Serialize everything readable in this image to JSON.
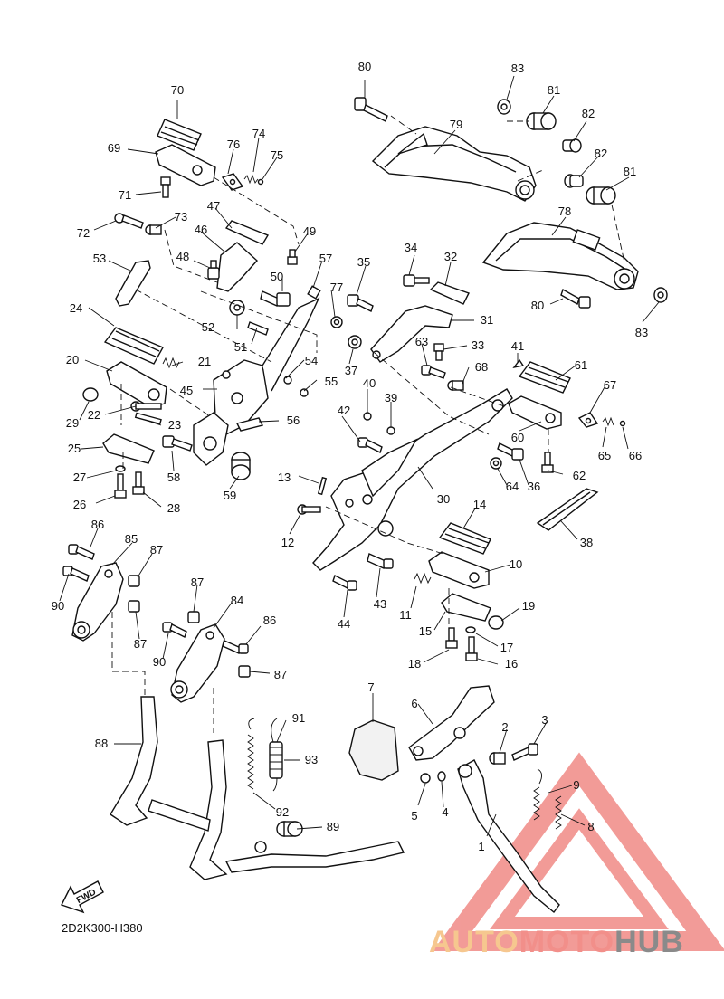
{
  "diagram_code": "2D2K300-H380",
  "fwd_label": "FWD",
  "watermark": {
    "brand_part1": "AUTO",
    "brand_part2": "MOTO",
    "brand_part3": "HUB",
    "color_part1": "#f6c78f",
    "color_part2": "#f28f8a",
    "color_part3": "#8a8a8a",
    "triangle_color": "#f08a86"
  },
  "callouts": [
    "1",
    "2",
    "3",
    "4",
    "5",
    "6",
    "7",
    "8",
    "9",
    "10",
    "11",
    "12",
    "13",
    "14",
    "15",
    "16",
    "17",
    "18",
    "19",
    "20",
    "21",
    "22",
    "23",
    "24",
    "25",
    "26",
    "27",
    "28",
    "29",
    "30",
    "31",
    "32",
    "33",
    "34",
    "35",
    "36",
    "37",
    "38",
    "39",
    "40",
    "41",
    "42",
    "43",
    "44",
    "45",
    "46",
    "47",
    "48",
    "49",
    "50",
    "51",
    "52",
    "53",
    "54",
    "55",
    "56",
    "57",
    "58",
    "59",
    "60",
    "61",
    "62",
    "63",
    "64",
    "65",
    "66",
    "67",
    "68",
    "69",
    "70",
    "71",
    "72",
    "73",
    "74",
    "75",
    "76",
    "77",
    "78",
    "79",
    "80",
    "80",
    "81",
    "81",
    "82",
    "82",
    "83",
    "83",
    "84",
    "85",
    "86",
    "86",
    "87",
    "87",
    "87",
    "87",
    "88",
    "89",
    "90",
    "90",
    "91",
    "92",
    "93"
  ]
}
